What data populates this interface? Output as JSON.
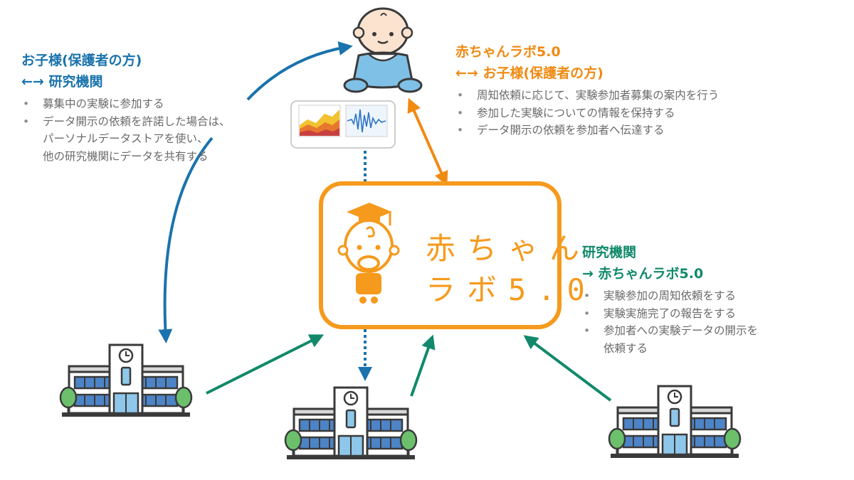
{
  "parent_block": {
    "title_line1": "お子様(保護者の方)",
    "title_line2": "←→ 研究機関",
    "items": [
      "募集中の実験に参加する",
      "データ開示の依頼を許諾した場合は、\nパーソナルデータストアを使い、\n他の研究機関にデータを共有する"
    ]
  },
  "lab_block": {
    "title_line1": "赤ちゃんラボ5.0",
    "title_line2": "←→ お子様(保護者の方)",
    "items": [
      "周知依頼に応じて、実験参加者募集の案内を行う",
      "参加した実験についての情報を保持する",
      "データ開示の依頼を参加者へ伝達する"
    ]
  },
  "institution_block": {
    "title_line1": "研究機関",
    "title_line2": "→ 赤ちゃんラボ5.0",
    "items": [
      "実験参加の周知依頼をする",
      "実験実施完了の報告をする",
      "参加者への実験データの開示を\n依頼する"
    ]
  },
  "logo": {
    "line1": "赤ちゃん",
    "line2": "ラボ5.0"
  },
  "colors": {
    "blue": "#1a73ad",
    "orange": "#f08a12",
    "green": "#11896a",
    "text": "#6a6a6a"
  }
}
